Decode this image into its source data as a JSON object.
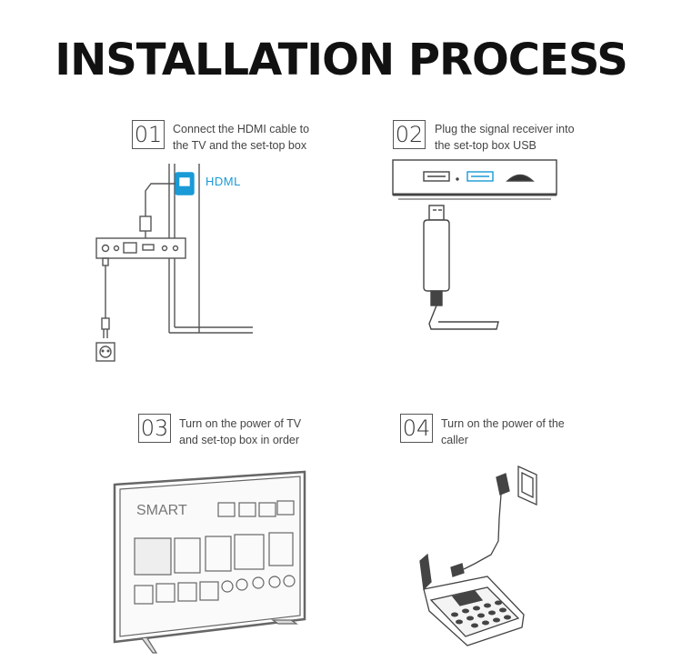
{
  "title": "INSTALLATION PROCESS",
  "steps": [
    {
      "number": "01",
      "line1": "Connect the HDMI cable to",
      "line2": "the TV and the set-top box"
    },
    {
      "number": "02",
      "line1": "Plug the signal receiver into",
      "line2": "the set-top box USB"
    },
    {
      "number": "03",
      "line1": "Turn on the power of TV",
      "line2": "and set-top box in order"
    },
    {
      "number": "04",
      "line1": "Turn on the power of the",
      "line2": "caller"
    }
  ],
  "illustrations": {
    "hdmi_label": "HDML",
    "tv_brand": "SMART",
    "accent_color": "#1a9ad6"
  }
}
